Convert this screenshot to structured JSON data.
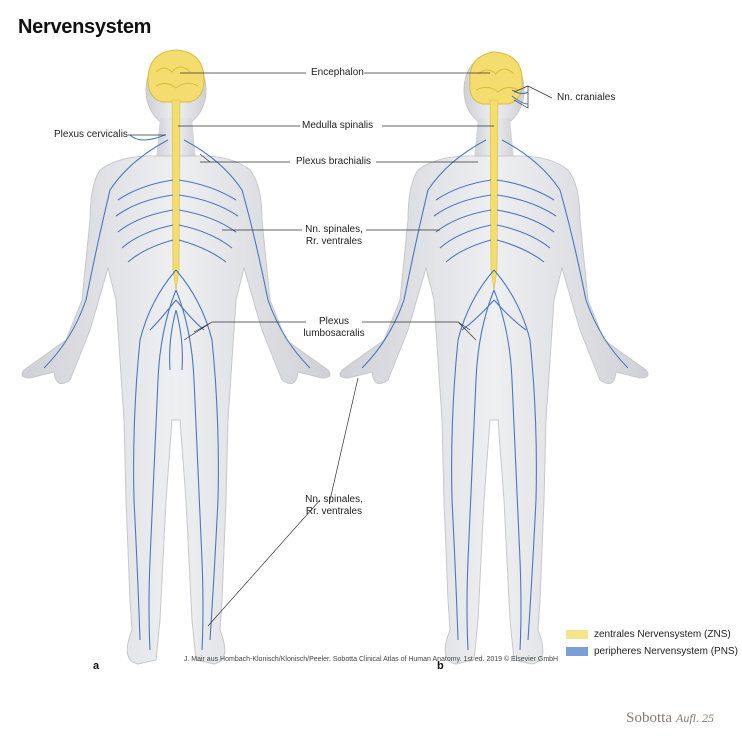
{
  "title": "Nervensystem",
  "labels": {
    "encephalon": "Encephalon",
    "nn_craniales": "Nn. craniales",
    "plexus_cervicalis": "Plexus cervicalis",
    "medulla_spinalis": "Medulla spinalis",
    "plexus_brachialis": "Plexus brachialis",
    "nn_spinales_top_1": "Nn. spinales,",
    "nn_spinales_top_2": "Rr. ventrales",
    "plexus_lumbo_1": "Plexus",
    "plexus_lumbo_2": "lumbosacralis",
    "nn_spinales_bottom_1": "Nn. spinales,",
    "nn_spinales_bottom_2": "Rr. ventrales"
  },
  "panels": {
    "a": "a",
    "b": "b"
  },
  "legend": [
    {
      "label": "zentrales Nervensystem (ZNS)",
      "color": "#f6e48c"
    },
    {
      "label": "peripheres Nervensystem (PNS)",
      "color": "#7a9fd6"
    }
  ],
  "colors": {
    "cns": "#f4dc6e",
    "pns": "#4a78c0",
    "body": "#e4e5e8"
  },
  "credit": "J. Mair aus Hombach-Klonisch/Klonisch/Peeler. Sobotta Clinical Atlas of Human Anatomy. 1st ed. 2019 © Elsevier GmbH",
  "brand": {
    "name": "Sobotta",
    "edition": "Aufl. 25"
  }
}
